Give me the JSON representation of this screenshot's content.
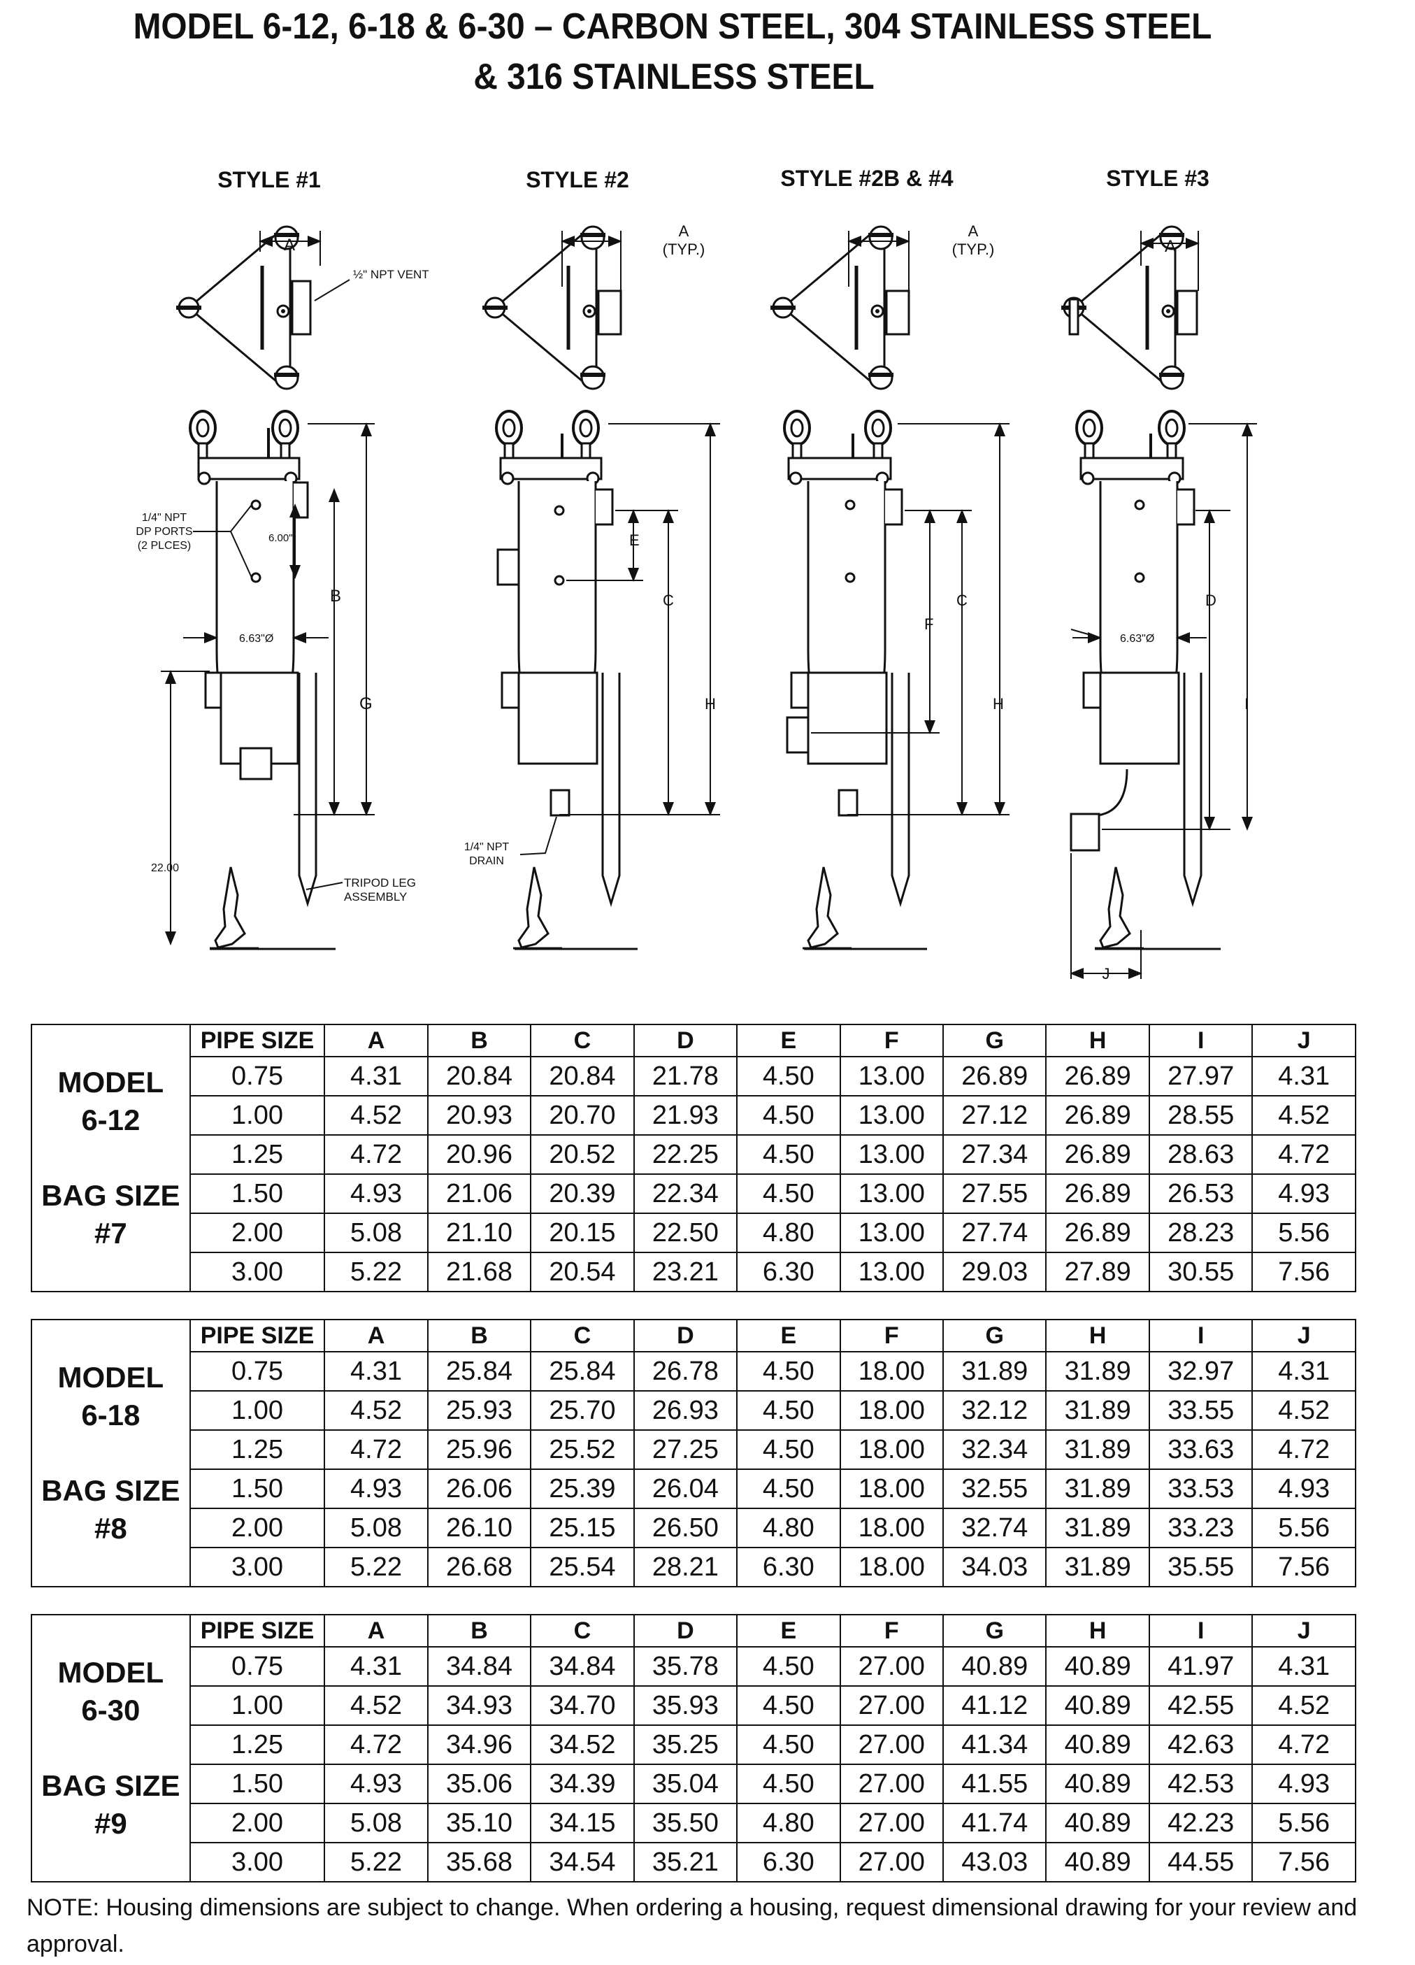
{
  "title_line1": "MODEL 6-12, 6-18 & 6-30 – CARBON STEEL, 304 STAINLESS STEEL",
  "title_line2": "& 316 STAINLESS STEEL",
  "drawings": {
    "style1": "STYLE #1",
    "style2": "STYLE #2",
    "style2b4": "STYLE #2B & #4",
    "style3": "STYLE #3",
    "vent": "½\" NPT VENT",
    "dp_ports_1": "1/4\" NPT",
    "dp_ports_2": "DP PORTS",
    "dp_ports_3": "(2 PLCES)",
    "spacing": "6.00\"",
    "diameter": "6.63\"Ø",
    "height_22": "22.00",
    "tripod_1": "TRIPOD LEG",
    "tripod_2": "ASSEMBLY",
    "drain_1": "1/4\" NPT",
    "drain_2": "DRAIN",
    "typ": "(TYP.)",
    "letters": {
      "A": "A",
      "B": "B",
      "C": "C",
      "D": "D",
      "E": "E",
      "F": "F",
      "G": "G",
      "H": "H",
      "I": "I",
      "J": "J"
    }
  },
  "columns": [
    "PIPE SIZE",
    "A",
    "B",
    "C",
    "D",
    "E",
    "F",
    "G",
    "H",
    "I",
    "J"
  ],
  "tables": [
    {
      "model_line1": "MODEL",
      "model_line2": "6-12",
      "bag_line1": "BAG SIZE",
      "bag_line2": "#7",
      "rows": [
        [
          "0.75",
          "4.31",
          "20.84",
          "20.84",
          "21.78",
          "4.50",
          "13.00",
          "26.89",
          "26.89",
          "27.97",
          "4.31"
        ],
        [
          "1.00",
          "4.52",
          "20.93",
          "20.70",
          "21.93",
          "4.50",
          "13.00",
          "27.12",
          "26.89",
          "28.55",
          "4.52"
        ],
        [
          "1.25",
          "4.72",
          "20.96",
          "20.52",
          "22.25",
          "4.50",
          "13.00",
          "27.34",
          "26.89",
          "28.63",
          "4.72"
        ],
        [
          "1.50",
          "4.93",
          "21.06",
          "20.39",
          "22.34",
          "4.50",
          "13.00",
          "27.55",
          "26.89",
          "26.53",
          "4.93"
        ],
        [
          "2.00",
          "5.08",
          "21.10",
          "20.15",
          "22.50",
          "4.80",
          "13.00",
          "27.74",
          "26.89",
          "28.23",
          "5.56"
        ],
        [
          "3.00",
          "5.22",
          "21.68",
          "20.54",
          "23.21",
          "6.30",
          "13.00",
          "29.03",
          "27.89",
          "30.55",
          "7.56"
        ]
      ]
    },
    {
      "model_line1": "MODEL",
      "model_line2": "6-18",
      "bag_line1": "BAG SIZE",
      "bag_line2": "#8",
      "rows": [
        [
          "0.75",
          "4.31",
          "25.84",
          "25.84",
          "26.78",
          "4.50",
          "18.00",
          "31.89",
          "31.89",
          "32.97",
          "4.31"
        ],
        [
          "1.00",
          "4.52",
          "25.93",
          "25.70",
          "26.93",
          "4.50",
          "18.00",
          "32.12",
          "31.89",
          "33.55",
          "4.52"
        ],
        [
          "1.25",
          "4.72",
          "25.96",
          "25.52",
          "27.25",
          "4.50",
          "18.00",
          "32.34",
          "31.89",
          "33.63",
          "4.72"
        ],
        [
          "1.50",
          "4.93",
          "26.06",
          "25.39",
          "26.04",
          "4.50",
          "18.00",
          "32.55",
          "31.89",
          "33.53",
          "4.93"
        ],
        [
          "2.00",
          "5.08",
          "26.10",
          "25.15",
          "26.50",
          "4.80",
          "18.00",
          "32.74",
          "31.89",
          "33.23",
          "5.56"
        ],
        [
          "3.00",
          "5.22",
          "26.68",
          "25.54",
          "28.21",
          "6.30",
          "18.00",
          "34.03",
          "31.89",
          "35.55",
          "7.56"
        ]
      ]
    },
    {
      "model_line1": "MODEL",
      "model_line2": "6-30",
      "bag_line1": "BAG SIZE",
      "bag_line2": "#9",
      "rows": [
        [
          "0.75",
          "4.31",
          "34.84",
          "34.84",
          "35.78",
          "4.50",
          "27.00",
          "40.89",
          "40.89",
          "41.97",
          "4.31"
        ],
        [
          "1.00",
          "4.52",
          "34.93",
          "34.70",
          "35.93",
          "4.50",
          "27.00",
          "41.12",
          "40.89",
          "42.55",
          "4.52"
        ],
        [
          "1.25",
          "4.72",
          "34.96",
          "34.52",
          "35.25",
          "4.50",
          "27.00",
          "41.34",
          "40.89",
          "42.63",
          "4.72"
        ],
        [
          "1.50",
          "4.93",
          "35.06",
          "34.39",
          "35.04",
          "4.50",
          "27.00",
          "41.55",
          "40.89",
          "42.53",
          "4.93"
        ],
        [
          "2.00",
          "5.08",
          "35.10",
          "34.15",
          "35.50",
          "4.80",
          "27.00",
          "41.74",
          "40.89",
          "42.23",
          "5.56"
        ],
        [
          "3.00",
          "5.22",
          "35.68",
          "34.54",
          "35.21",
          "6.30",
          "27.00",
          "43.03",
          "40.89",
          "44.55",
          "7.56"
        ]
      ]
    }
  ],
  "note": "NOTE:  Housing dimensions are subject to change.  When ordering a housing, request dimensional drawing for your review and approval."
}
